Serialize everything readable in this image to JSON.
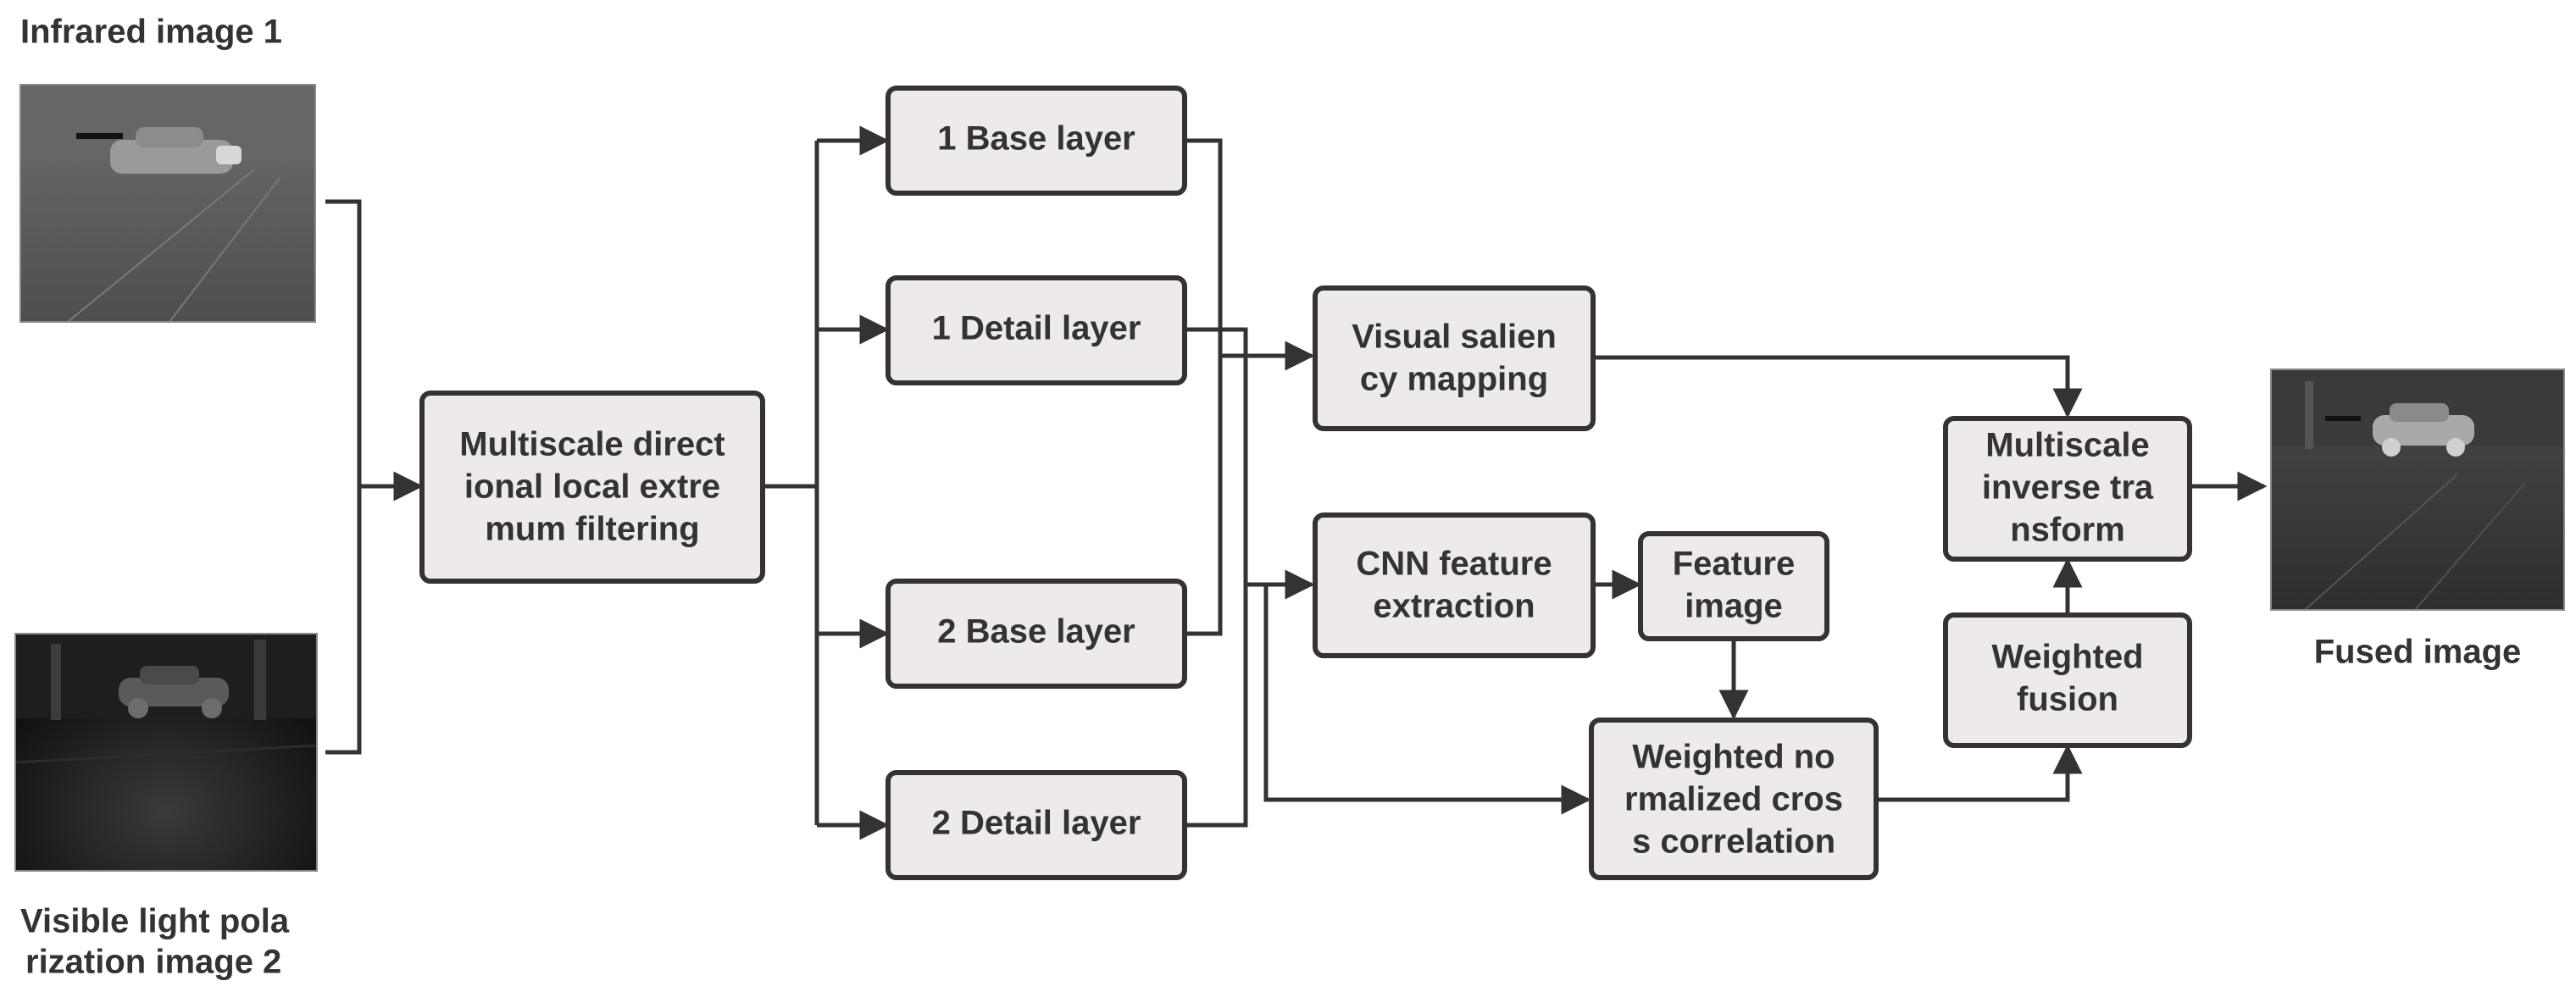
{
  "captions": {
    "infrared": "Infrared image 1",
    "visible_line1": "Visible light pola",
    "visible_line2": "rization image 2",
    "fused": "Fused image"
  },
  "nodes": {
    "mdlef": [
      "Multiscale direct",
      "ional local extre",
      "mum filtering"
    ],
    "base1": [
      "1 Base layer"
    ],
    "detail1": [
      "1 Detail layer"
    ],
    "base2": [
      "2 Base layer"
    ],
    "detail2": [
      "2 Detail layer"
    ],
    "vsm": [
      "Visual salien",
      "cy mapping"
    ],
    "cnn": [
      "CNN feature",
      "extraction"
    ],
    "featimg": [
      "Feature",
      "image"
    ],
    "wncc": [
      "Weighted no",
      "rmalized cros",
      "s correlation"
    ],
    "wfusion": [
      "Weighted",
      "fusion"
    ],
    "mit": [
      "Multiscale",
      "inverse tra",
      "nsform"
    ]
  },
  "colors": {
    "node_fill": "#eeeae9",
    "stroke": "#333333",
    "text": "#333333"
  }
}
